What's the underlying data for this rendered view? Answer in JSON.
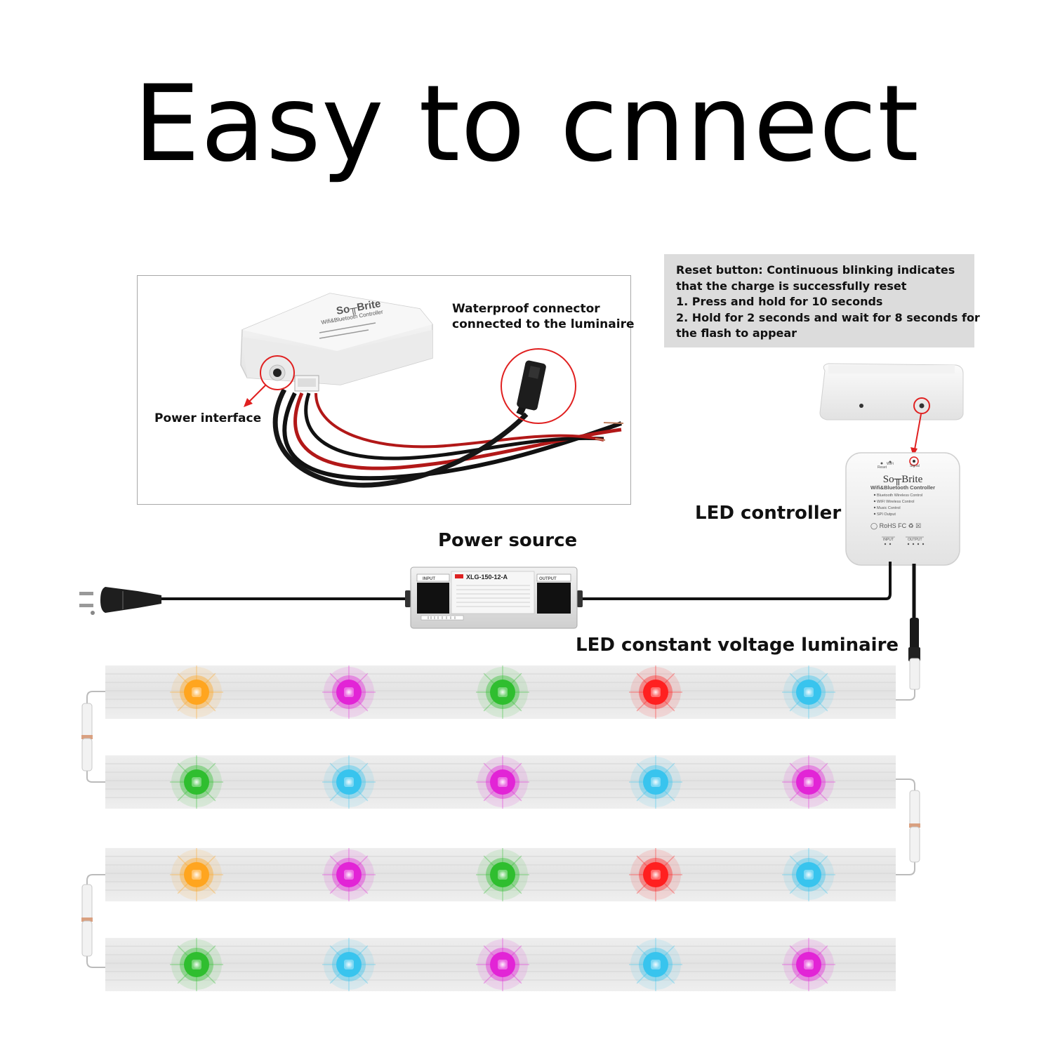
{
  "title": "Easy to cnnect",
  "photo_box": {
    "waterproof_label_line1": "Waterproof connector",
    "waterproof_label_line2": "connected to the luminaire",
    "power_interface_label": "Power interface",
    "device_brand": "So╥Brite",
    "device_subtitle": "Wifi&Bluetooth Controller"
  },
  "reset_note": {
    "lines": [
      "Reset button: Continuous blinking indicates",
      "that the charge is successfully reset",
      "1. Press and hold for 10 seconds",
      "2. Hold for 2 seconds and wait for 8 seconds for",
      "the flash to appear"
    ]
  },
  "controller": {
    "label": "LED controller",
    "brand": "So╥Brite",
    "subtitle": "Wifi&Bluetooth Controller",
    "features": [
      "Bluetooth Wireless Control",
      "WIFI Wireless Control",
      "Music Control",
      "SPI Output"
    ],
    "top_labels": [
      "Reset",
      "WiFi",
      "Signal"
    ],
    "input_label": "INPUT",
    "output_label": "OUTPUT"
  },
  "power_source": {
    "label": "Power source",
    "model": "XLG-150-12-A",
    "input_label": "INPUT",
    "output_label": "OUTPUT"
  },
  "luminaire": {
    "label": "LED constant voltage luminaire",
    "strips": [
      [
        "orange",
        "magenta",
        "green",
        "red",
        "cyan"
      ],
      [
        "green",
        "cyan",
        "magenta",
        "cyan",
        "magenta"
      ],
      [
        "orange",
        "magenta",
        "green",
        "red",
        "cyan"
      ],
      [
        "green",
        "cyan",
        "magenta",
        "cyan",
        "magenta"
      ]
    ]
  },
  "colors": {
    "orange": "#ffa51f",
    "magenta": "#e224d6",
    "green": "#2fbe2f",
    "red": "#ff2020",
    "cyan": "#38c4ee",
    "highlight_red": "#e02020",
    "reset_box_bg": "#dcdcdc"
  }
}
